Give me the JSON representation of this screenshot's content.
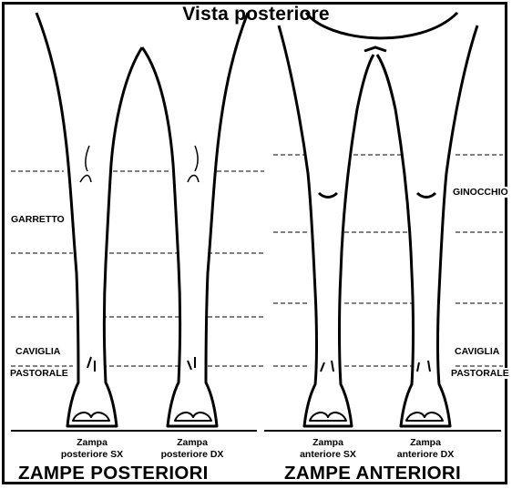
{
  "title": "Vista posteriore",
  "labels": {
    "garretto": "GARRETTO",
    "caviglia_left": "CAVIGLIA",
    "pastorale_left": "PASTORALE",
    "ginocchio": "GINOCCHIO",
    "caviglia_right": "CAVIGLIA",
    "pastorale_right": "PASTORALE"
  },
  "captions": {
    "hind_left": [
      "Zampa",
      "posteriore SX"
    ],
    "hind_right": [
      "Zampa",
      "posteriore DX"
    ],
    "fore_left": [
      "Zampa",
      "anteriore SX"
    ],
    "fore_right": [
      "Zampa",
      "anteriore DX"
    ]
  },
  "sections": {
    "hind": "ZAMPE POSTERIORI",
    "fore": "ZAMPE ANTERIORI"
  },
  "colors": {
    "ink": "#000000",
    "paper": "#ffffff"
  }
}
